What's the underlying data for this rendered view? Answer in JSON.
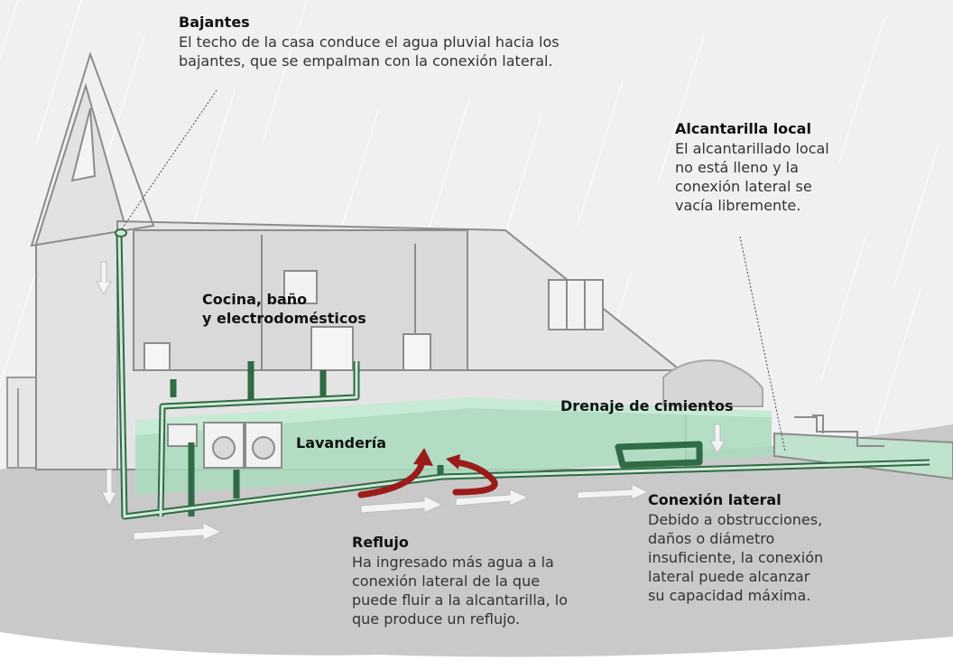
{
  "callouts": {
    "bajantes": {
      "title": "Bajantes",
      "body": "El techo de la casa conduce el agua pluvial hacia los\nbajantes, que se empalman con la conexión lateral."
    },
    "alcantarilla": {
      "title": "Alcantarilla local",
      "body": "El alcantarillado local\nno está lleno y la\nconexión lateral se\nvacía libremente."
    },
    "conexion": {
      "title": "Conexión lateral",
      "body": "Debido a obstrucciones,\ndaños o diámetro\ninsuficiente, la conexión\nlateral puede alcanzar\nsu capacidad máxima."
    },
    "reflujo": {
      "title": "Reflujo",
      "body": "Ha ingresado más agua a la\nconexión lateral de la que\npuede fluir a la alcantarilla, lo\nque produce un reflujo."
    }
  },
  "labels": {
    "cocina": "Cocina, baño\ny electrodomésticos",
    "lavanderia": "Lavandería",
    "drenaje": "Drenaje de cimientos"
  },
  "colors": {
    "pipe_green": "#2f6b45",
    "pipe_fill": "#cfe8d6",
    "water_green": "#a9dcbc",
    "backflow_red": "#9b1b1b",
    "ground_gray": "#c9c9c9",
    "house_gray": "#e0e0e0"
  }
}
